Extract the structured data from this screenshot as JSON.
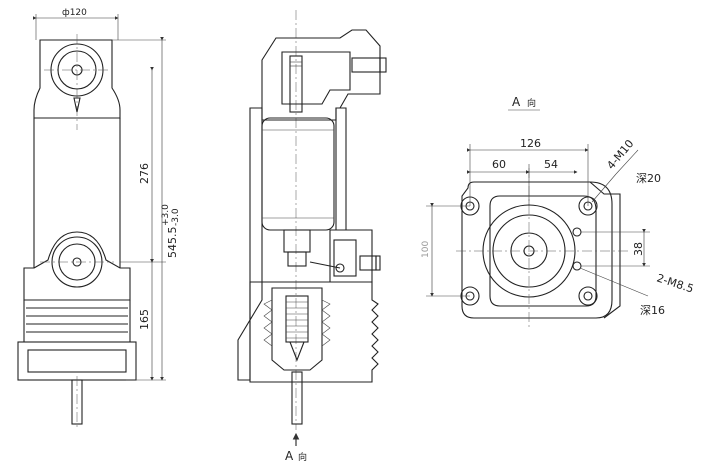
{
  "front_view": {
    "dim_diameter": "ф120",
    "dim_276": "276",
    "dim_545": "545.5",
    "tol_upper": "+3.0",
    "tol_lower": "-3.0",
    "dim_165": "165"
  },
  "section_view": {
    "arrow_label": "A",
    "arrow_suffix": "向"
  },
  "view_a": {
    "title": "A",
    "title_suffix": "向",
    "dim_126": "126",
    "dim_60": "60",
    "dim_54": "54",
    "dim_38": "38",
    "dim_left": "100",
    "label_4m10": "4-M10",
    "label_deep20": "深20",
    "label_2m85": "2-M8.5",
    "label_deep16": "深16"
  }
}
